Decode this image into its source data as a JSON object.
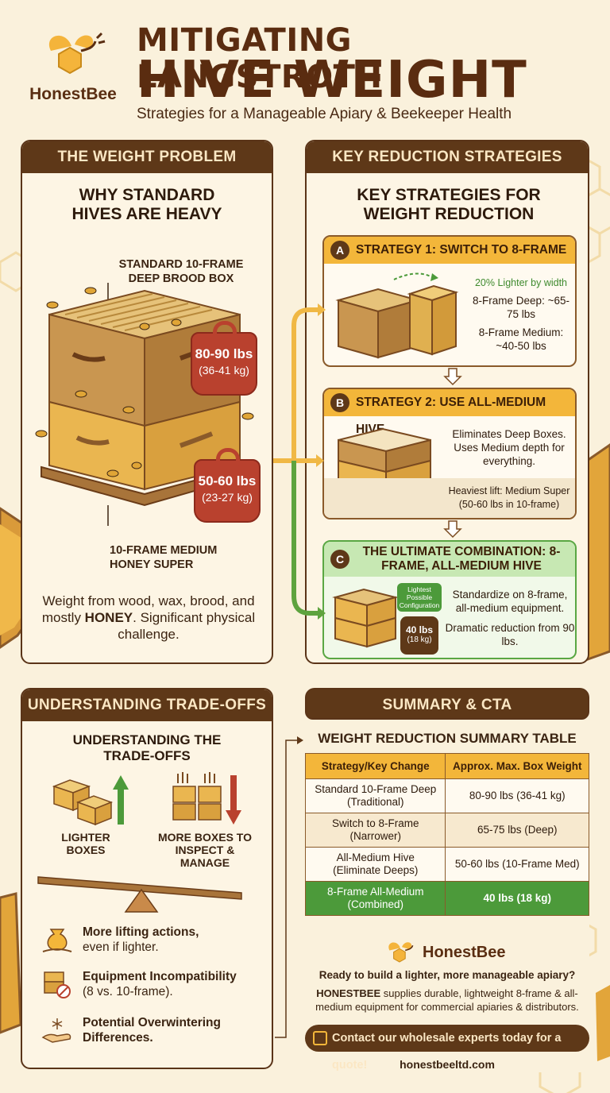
{
  "brand": {
    "name": "HonestBee",
    "site": "honestbeeltd.com"
  },
  "header": {
    "title_line1": "MITIGATING LANGSTROTH",
    "title_line2": "HIVE WEIGHT",
    "subtitle": "Strategies for a Manageable Apiary & Beekeeper Health"
  },
  "weight_problem": {
    "header": "THE WEIGHT PROBLEM",
    "title": "WHY STANDARD HIVES ARE HEAVY",
    "deep_label": "STANDARD 10-FRAME DEEP BROOD BOX",
    "deep_weight": "80-90 lbs",
    "deep_weight_kg": "(36-41 kg)",
    "super_weight": "50-60 lbs",
    "super_weight_kg": "(23-27 kg)",
    "super_label": "10-FRAME MEDIUM HONEY SUPER",
    "note_prefix": "Weight from wood, wax, brood, and mostly ",
    "note_emph": "HONEY",
    "note_suffix": ". Significant physical challenge."
  },
  "strategies": {
    "header": "KEY REDUCTION STRATEGIES",
    "title": "KEY STRATEGIES FOR WEIGHT REDUCTION",
    "a": {
      "letter": "A",
      "title": "STRATEGY 1: SWITCH TO 8-FRAME",
      "lighter": "20% Lighter by width",
      "deep": "8-Frame Deep: ~65-75 lbs",
      "medium": "8-Frame Medium: ~40-50 lbs"
    },
    "b": {
      "letter": "B",
      "title": "STRATEGY 2: USE ALL-MEDIUM HIVE",
      "desc": "Eliminates Deep Boxes. Uses Medium depth for everything.",
      "heaviest": "Heaviest lift: Medium Super (50-60 lbs in 10-frame)"
    },
    "c": {
      "letter": "C",
      "title": "THE ULTIMATE COMBINATION: 8-FRAME, ALL-MEDIUM HIVE",
      "badge": "Lightest Possible Configuration",
      "weight": "40 lbs",
      "weight_kg": "(18 kg)",
      "desc1": "Standardize on 8-frame, all-medium equipment.",
      "desc2": "Dramatic reduction from 90 lbs."
    }
  },
  "tradeoffs": {
    "header": "UNDERSTANDING TRADE-OFFS",
    "title": "UNDERSTANDING THE TRADE-OFFS",
    "lighter": "LIGHTER BOXES",
    "more": "MORE BOXES TO INSPECT & MANAGE",
    "items": [
      {
        "bold": "More lifting actions,",
        "rest": "even if lighter."
      },
      {
        "bold": "Equipment Incompatibility",
        "rest": "(8 vs. 10-frame)."
      },
      {
        "bold": "Potential Overwintering",
        "rest": "Differences."
      }
    ]
  },
  "summary": {
    "header": "SUMMARY & CTA",
    "table_title": "WEIGHT REDUCTION SUMMARY TABLE",
    "columns": [
      "Strategy/Key Change",
      "Approx. Max. Box Weight"
    ],
    "rows": [
      {
        "strategy": "Standard 10-Frame Deep",
        "sub": "(Traditional)",
        "weight": "80-90 lbs (36-41 kg)"
      },
      {
        "strategy": "Switch to 8-Frame",
        "sub": "(Narrower)",
        "weight": "65-75 lbs (Deep)"
      },
      {
        "strategy": "All-Medium Hive",
        "sub": "(Eliminate Deeps)",
        "weight": "50-60 lbs (10-Frame Med)"
      },
      {
        "strategy": "8-Frame All-Medium",
        "sub": "(Combined)",
        "weight": "40 lbs (18 kg)"
      }
    ],
    "question": "Ready to build a lighter, more manageable apiary?",
    "pitch_brand": "HONESTBEE",
    "pitch_rest": " supplies durable, lightweight 8-frame & all-medium equipment for commercial apiaries & distributors.",
    "cta": "Contact our wholesale experts today for a quote!"
  },
  "colors": {
    "brown": "#5e3818",
    "honey": "#f3b63a",
    "green": "#4c9a3a",
    "red": "#b9412e",
    "cream": "#faf1dc"
  }
}
